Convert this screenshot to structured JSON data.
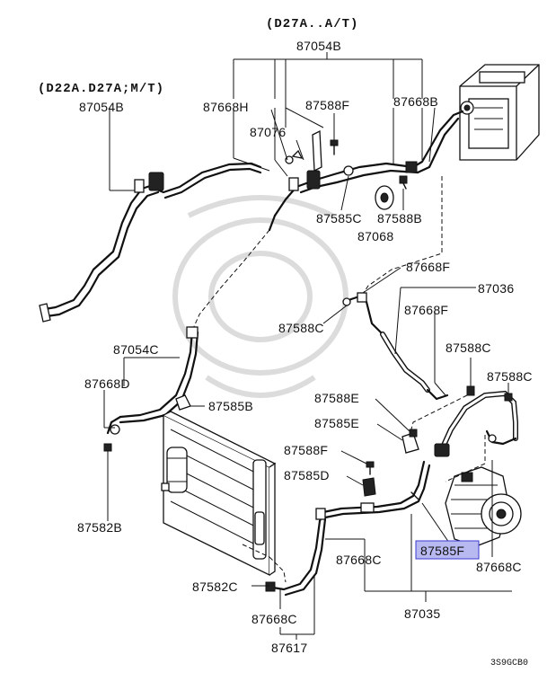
{
  "headers": {
    "at_variant": "(D27A..A/T)",
    "mt_variant": "(D22A.D27A;M/T)"
  },
  "drawing_code": "3S9GCB0",
  "labels": {
    "l_87054B_top": "87054B",
    "l_87054B_left": "87054B",
    "l_87668H": "87668H",
    "l_87588F_top": "87588F",
    "l_87668B": "87668B",
    "l_87076": "87076",
    "l_87585C": "87585C",
    "l_87588B": "87588B",
    "l_87068": "87068",
    "l_87668F_1": "87668F",
    "l_87036": "87036",
    "l_87588C_1": "87588C",
    "l_87668F_2": "87668F",
    "l_87588C_2": "87588C",
    "l_87054C": "87054C",
    "l_87588C_3": "87588C",
    "l_87668D": "87668D",
    "l_87585B": "87585B",
    "l_87588E": "87588E",
    "l_87585E": "87585E",
    "l_87588F_mid": "87588F",
    "l_87585D": "87585D",
    "l_87582B": "87582B",
    "l_87585F": "87585F",
    "l_87668C_1": "87668C",
    "l_87668C_2": "87668C",
    "l_87582C": "87582C",
    "l_87035": "87035",
    "l_87668C_3": "87668C",
    "l_87617": "87617"
  },
  "highlighted_part": "87585F",
  "colors": {
    "highlight_fill": "#b9b9f2",
    "highlight_border": "#3a3ad0",
    "line": "#111111",
    "watermark": "#dcdcdc"
  }
}
